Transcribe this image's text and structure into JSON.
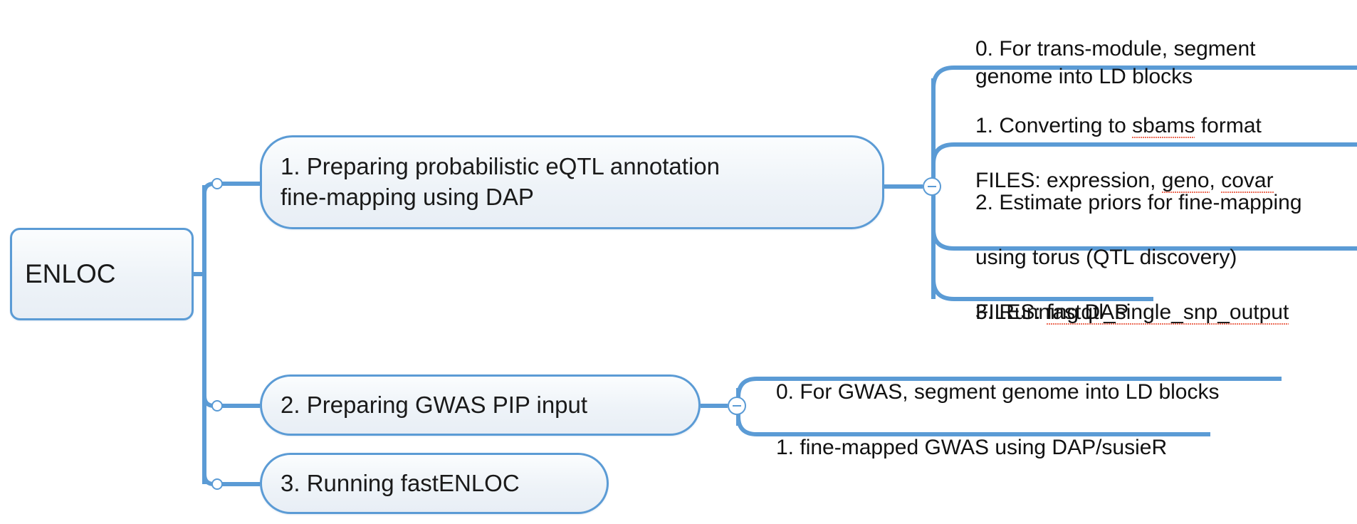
{
  "document": {
    "type": "mind-map",
    "accent_color": "#5B9BD5",
    "node_fill": "#eef3f8",
    "text_color": "#111111",
    "spellcheck_color": "#e8492f",
    "background": "#ffffff"
  },
  "root": {
    "label": "ENLOC"
  },
  "branches": [
    {
      "id": "branch-1",
      "label": "1. Preparing probabilistic eQTL annotation\nfine-mapping using DAP",
      "toggle": {
        "name": "collapse-toggle",
        "state": "expanded",
        "glyph": "minus"
      },
      "children": [
        {
          "id": "leaf-1-0",
          "text": "0. For trans-module, segment\ngenome into LD blocks",
          "misspelled": []
        },
        {
          "id": "leaf-1-1",
          "text": "1. Converting to sbams format\nFILES: expression, geno, covar",
          "misspelled": [
            "sbams",
            "geno",
            "covar"
          ]
        },
        {
          "id": "leaf-1-2",
          "text": "2. Estimate priors for fine-mapping\nusing torus (QTL discovery)\nFILES: fastqtl_single_snp_output",
          "misspelled": [
            "fastqtl_single_snp_output"
          ]
        },
        {
          "id": "leaf-1-3",
          "text": "3. Running DAP",
          "misspelled": []
        }
      ]
    },
    {
      "id": "branch-2",
      "label": "2. Preparing GWAS PIP input",
      "toggle": {
        "name": "collapse-toggle",
        "state": "expanded",
        "glyph": "minus"
      },
      "children": [
        {
          "id": "leaf-2-0",
          "text": "0. For GWAS, segment genome into LD blocks",
          "misspelled": []
        },
        {
          "id": "leaf-2-1",
          "text": "1. fine-mapped GWAS using DAP/susieR",
          "misspelled": []
        }
      ]
    },
    {
      "id": "branch-3",
      "label": "3. Running fastENLOC",
      "toggle": null,
      "children": []
    }
  ]
}
